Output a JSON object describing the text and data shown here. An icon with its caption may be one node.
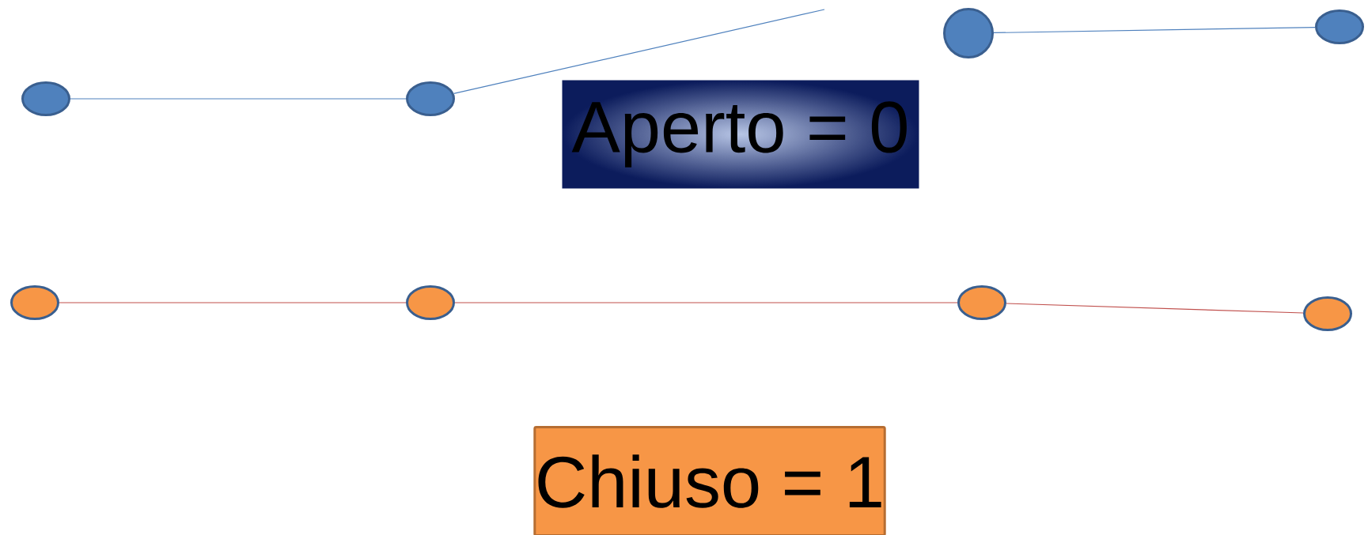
{
  "diagram": {
    "nodes": [
      {
        "text": [],
        "shape": "circle"
      },
      {
        "text": [],
        "shape": "circle"
      },
      {
        "text": [],
        "shape": "circle"
      },
      {
        "text": [],
        "shape": "circle"
      },
      {
        "text": [
          "Aperto = 0"
        ]
      },
      {
        "text": [],
        "shape": "circle"
      },
      {
        "text": [],
        "shape": "circle"
      },
      {
        "text": [],
        "shape": "circle"
      },
      {
        "text": [],
        "shape": "circle"
      },
      {
        "text": [
          "Chiuso = 1"
        ]
      }
    ],
    "edges": [
      {
        "from": 0,
        "to": 1,
        "arrow": "none",
        "color": "#4f81bd"
      },
      {
        "from": 1,
        "to": null,
        "arrow": "none",
        "color": "#4f81bd"
      },
      {
        "from": 2,
        "to": 3,
        "arrow": "none",
        "color": "#4f81bd"
      },
      {
        "from": 5,
        "to": 6,
        "arrow": "none",
        "color": "#c0504d"
      },
      {
        "from": 6,
        "to": 7,
        "arrow": "none",
        "color": "#c0504d"
      },
      {
        "from": 7,
        "to": 8,
        "arrow": "none",
        "color": "#c0504d"
      }
    ]
  }
}
